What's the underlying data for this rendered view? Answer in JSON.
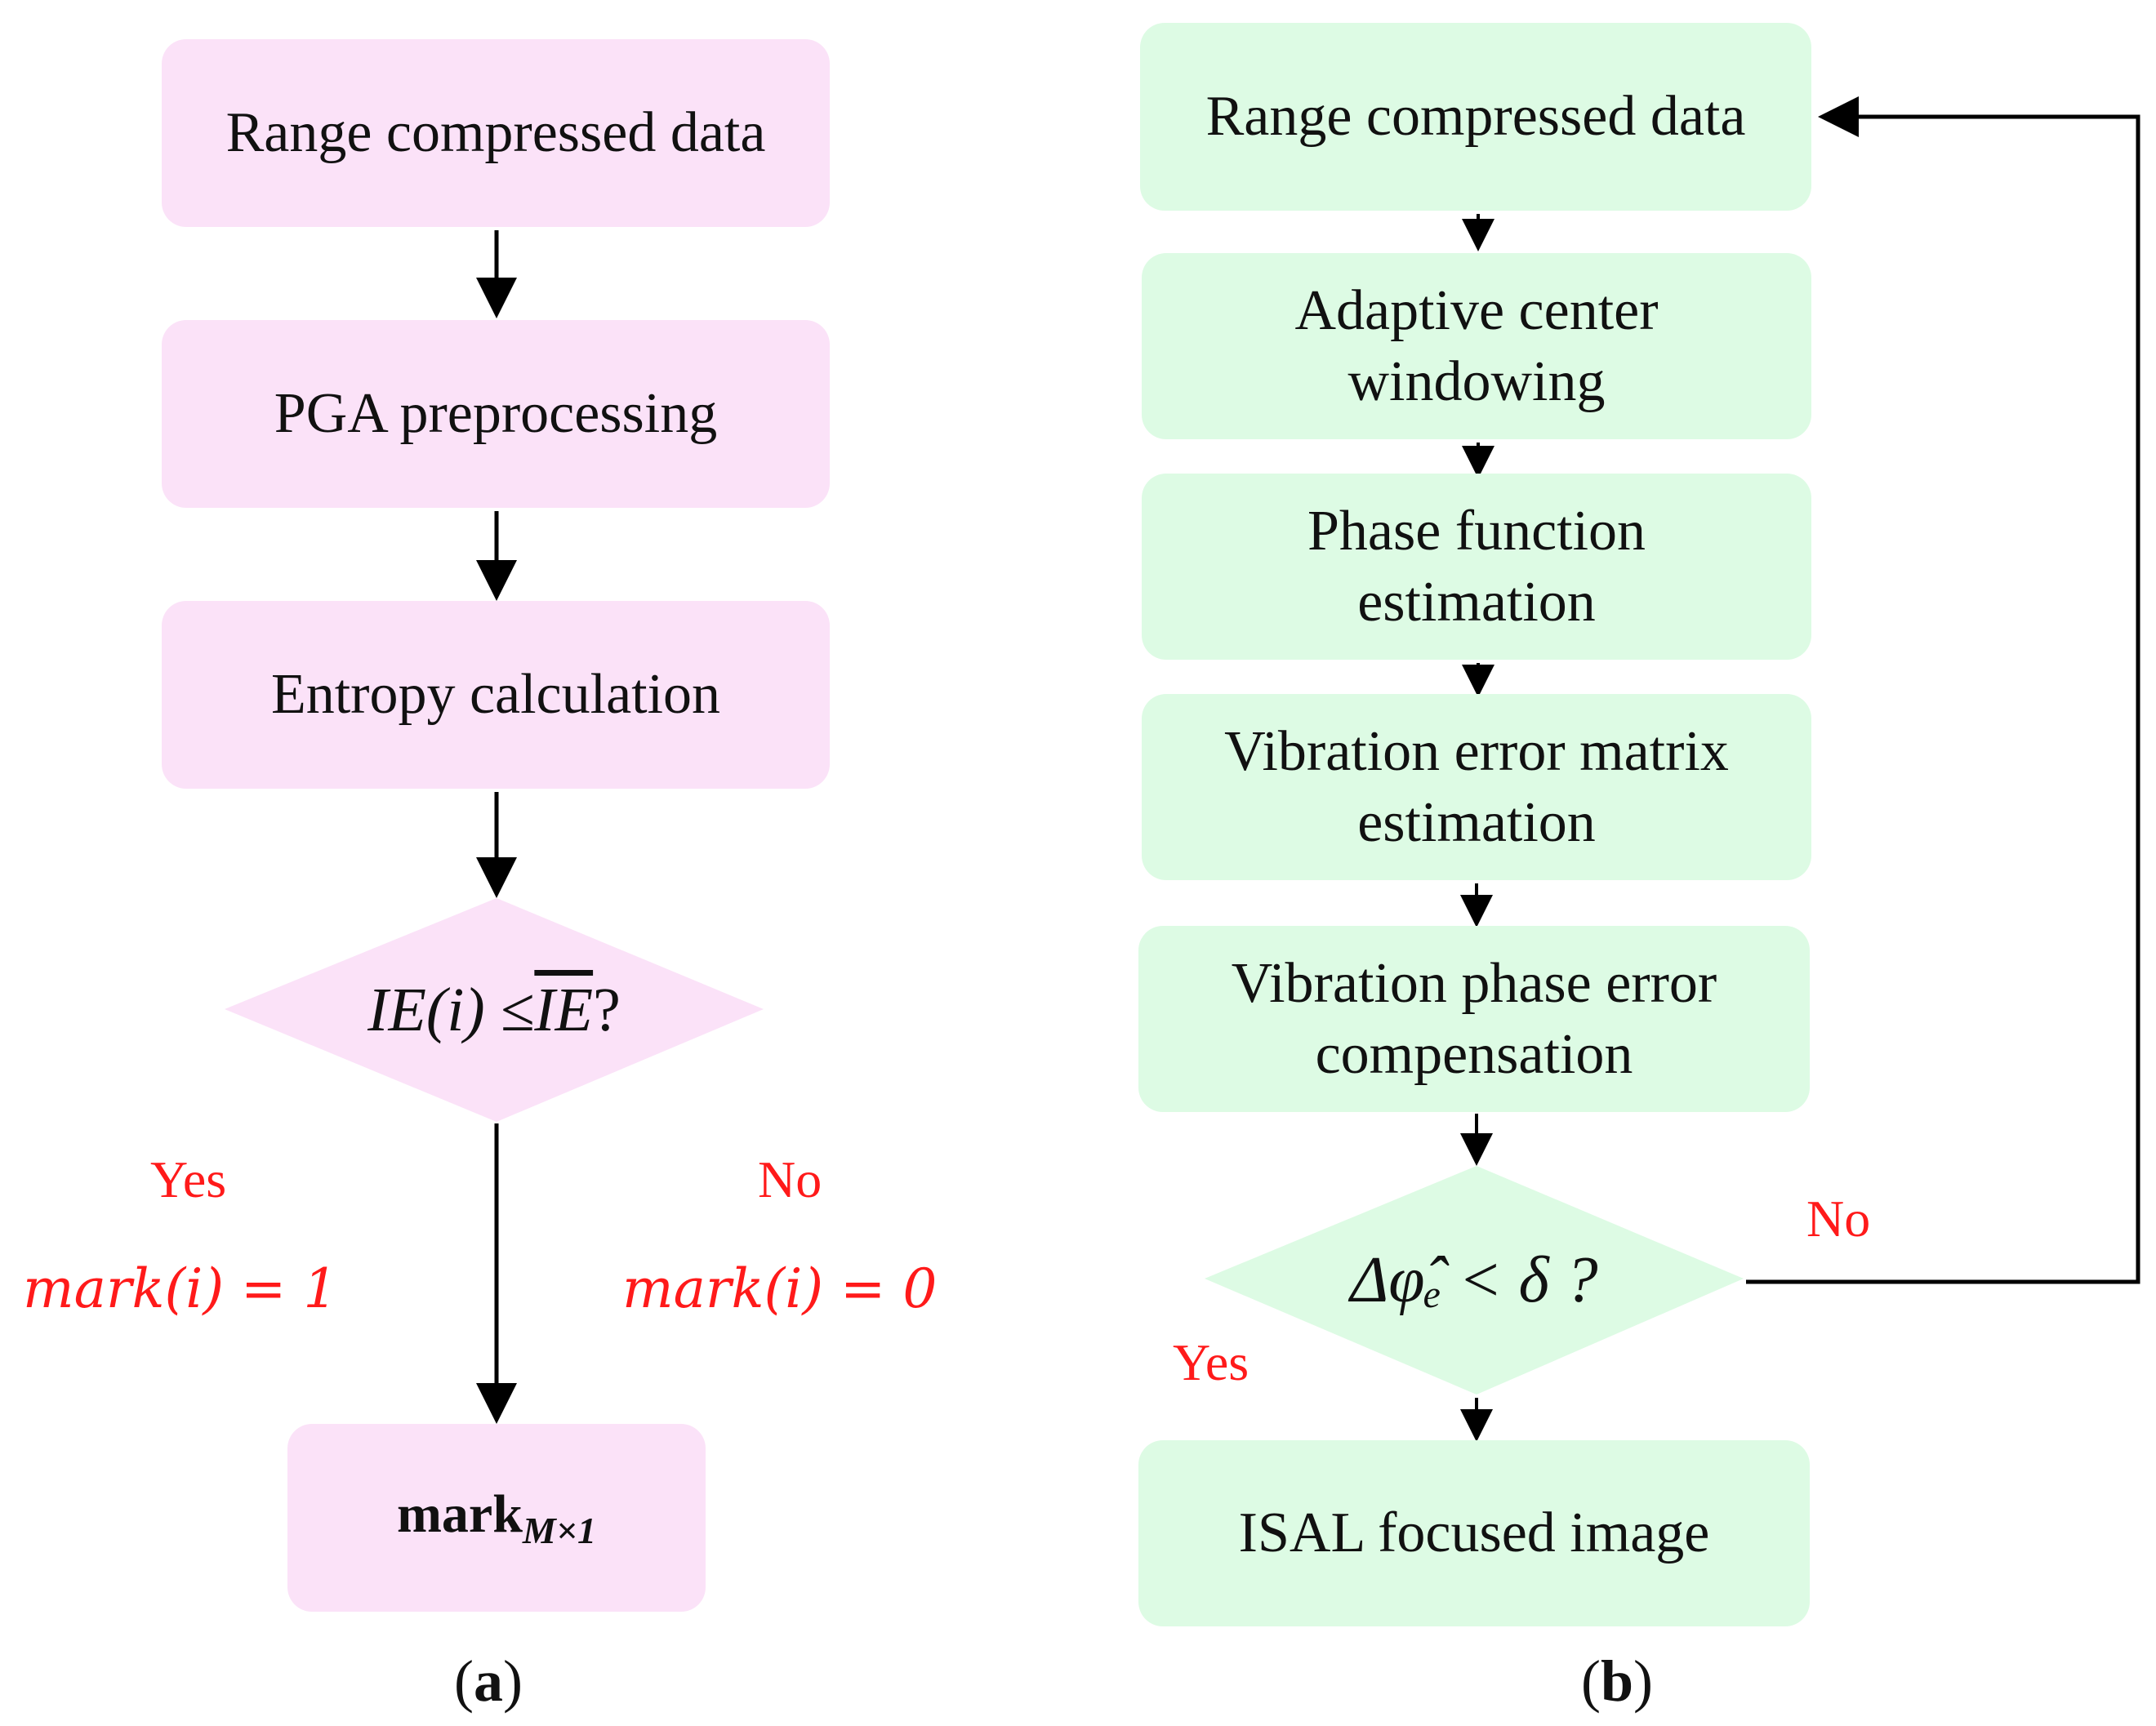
{
  "panel_a": {
    "steps": [
      "Range compressed data",
      "PGA preprocessing",
      "Entropy calculation"
    ],
    "decision": {
      "lhs": "IE(i) ≤ ",
      "bar": "IE",
      "tail": " ?"
    },
    "yes_label": "Yes",
    "no_label": "No",
    "yes_value": "mark(i) = 1",
    "no_value": "mark(i) = 0",
    "output": {
      "base": "mark",
      "sub": "M×1"
    },
    "caption_open": "(",
    "caption_letter": "a",
    "caption_close": ")"
  },
  "panel_b": {
    "steps": [
      {
        "line1": "Range compressed data",
        "line2": ""
      },
      {
        "line1": "Adaptive center",
        "line2": "windowing"
      },
      {
        "line1": "Phase function",
        "line2": "estimation"
      },
      {
        "line1": "Vibration error matrix",
        "line2": "estimation"
      },
      {
        "line1": "Vibration phase error",
        "line2": "compensation"
      }
    ],
    "decision": "Δφ̂ₑ < δ ?",
    "no_label": "No",
    "yes_label": "Yes",
    "output": "ISAL focused image",
    "caption_open": "(",
    "caption_letter": "b",
    "caption_close": ")"
  },
  "colors": {
    "pink": "#fbe2f8",
    "green": "#ddfbe4",
    "label_red": "#ff1a1a",
    "arrow": "#000000"
  }
}
